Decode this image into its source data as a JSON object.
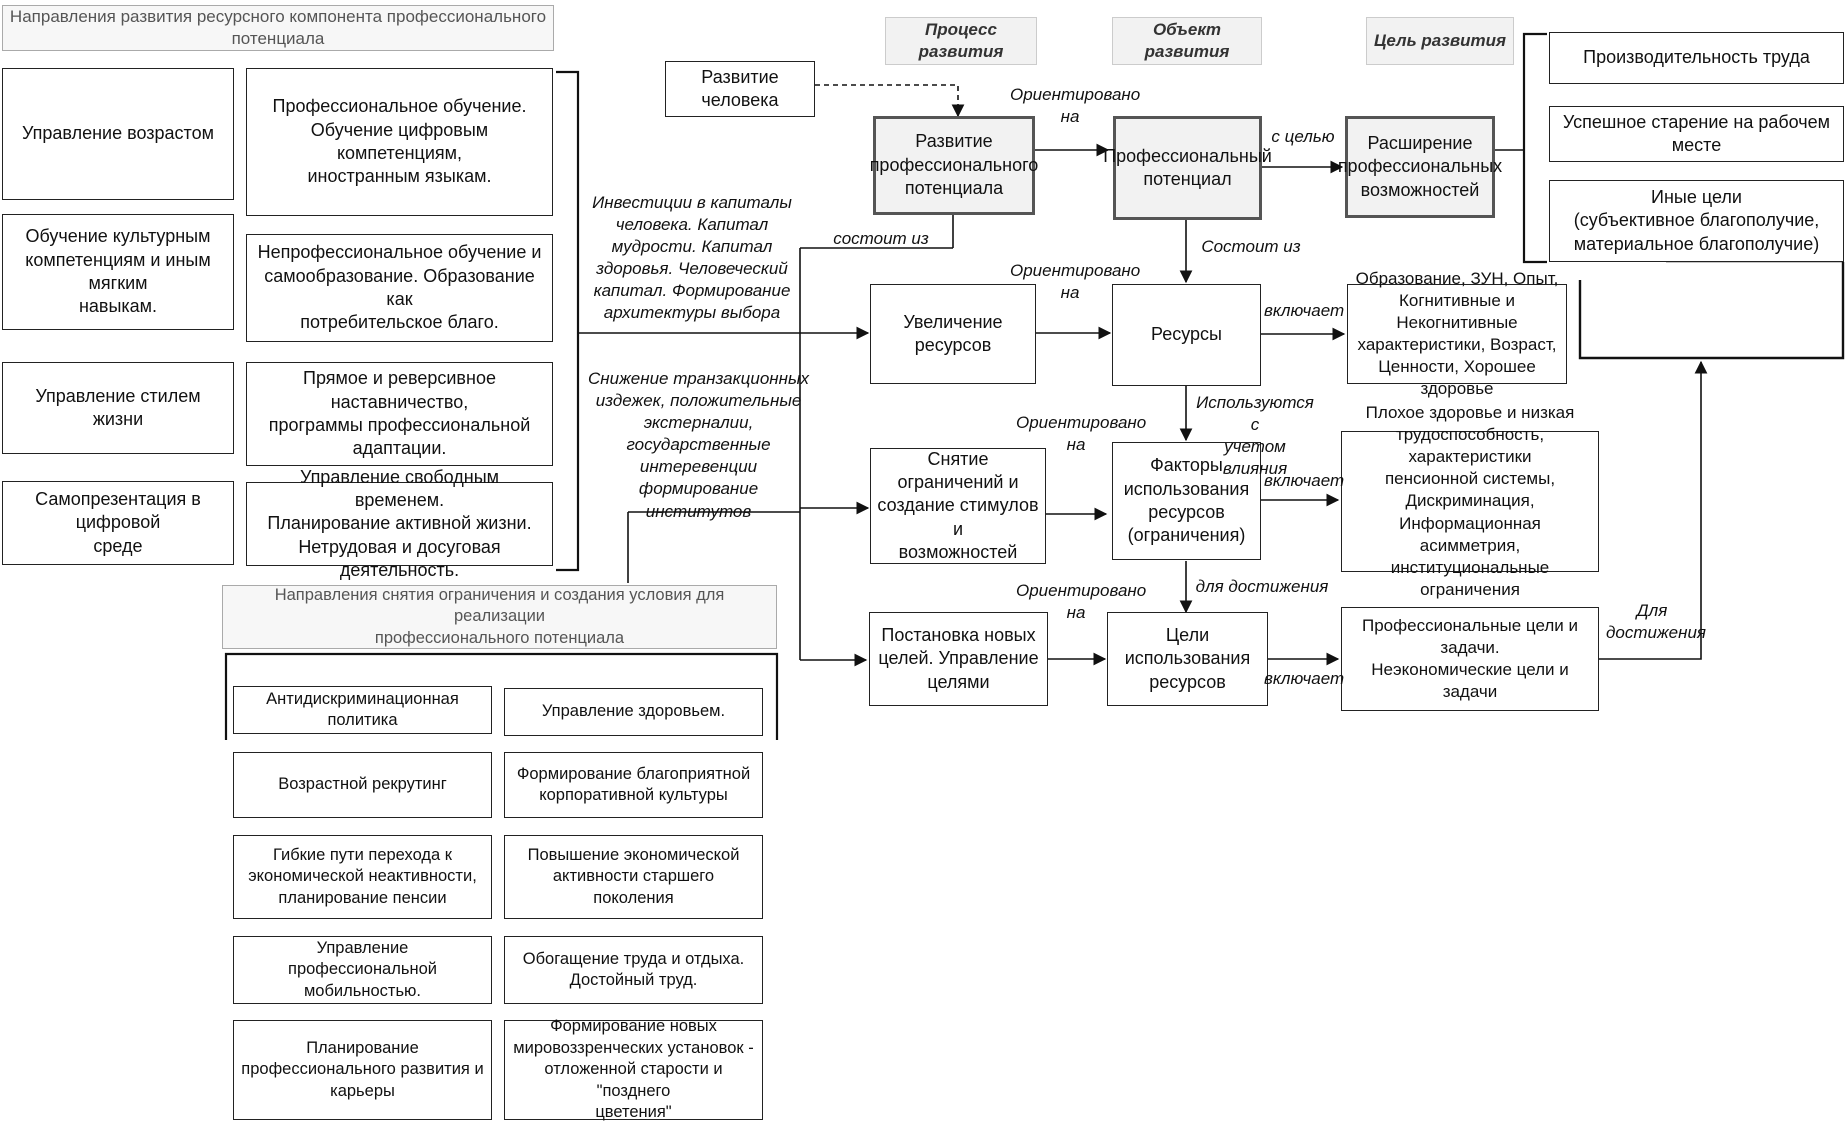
{
  "panels": {
    "resource_title": "Направления развития ресурсного компонента профессионального потенциала",
    "constraints_title": "Направления снятия ограничения и создания условия для реализации\nпрофессионального потенциала"
  },
  "resource_left": [
    "Управление возрастом",
    "Обучение культурным\nкомпетенциям и иным мягким\nнавыкам.",
    "Управление стилем жизни",
    "Самопрезентация в цифровой\nсреде"
  ],
  "resource_right": [
    "Профессиональное обучение.\nОбучение цифровым компетенциям,\nиностранным языкам.",
    "Непрофессиональное обучение и\nсамообразование. Образование как\nпотребительское благо.",
    "Прямое и реверсивное наставничество,\nпрограммы профессиональной\nадаптации.",
    "Управление свободным временем.\nПланирование активной жизни.\nНетрудовая и досуговая деятельность."
  ],
  "constraints_left": [
    "Антидискриминационная политика",
    "Возрастной рекрутинг",
    "Гибкие пути перехода к\nэкономической неактивности,\nпланирование пенсии",
    "Управление профессиональной\nмобильностью.",
    "Планирование\nпрофессионального развития и\nкарьеры"
  ],
  "constraints_right": [
    "Управление здоровьем.",
    "Формирование благоприятной\nкорпоративной культуры",
    "Повышение экономической\nактивности старшего поколения",
    "Обогащение труда и отдыха.\nДостойный труд.",
    "Формирование новых\nмировоззренческих установок -\nотложенной старости и \"позднего\nцветения\""
  ],
  "column_headers": {
    "process": "Процесс развития",
    "object": "Объект развития",
    "goal": "Цель развития"
  },
  "flow": {
    "human_development": "Развитие человека",
    "prof_potential_development": "Развитие\nпрофессионального\nпотенциала",
    "prof_potential": "Профессиональный\nпотенциал",
    "expanding_opportunities": "Расширение\nпрофессиональных\nвозможностей",
    "resource_increase": "Увеличение ресурсов",
    "resources": "Ресурсы",
    "resources_list": "Образование, ЗУН, Опыт,\nКогнитивные и Некогнитивные\nхарактеристики, Возраст,\nЦенности, Хорошее здоровье",
    "remove_constraints": "Снятие ограничений и\nсоздание стимулов и\nвозможностей",
    "usage_factors": "Факторы\nиспользования\nресурсов\n(ограничения)",
    "factors_list": "Плохое здоровье и низкая\nтрудоспособность, характеристики\nпенсионной системы,\nДискриминация, Информационная\nасимметрия, институциональные\nограничения",
    "new_goals": "Постановка новых\nцелей. Управление\nцелями",
    "usage_goals": "Цели использования\nресурсов",
    "goals_list": "Профессиональные цели и задачи.\nНеэкономические цели и задачи"
  },
  "goals": [
    "Производительность труда",
    "Успешное старение на рабочем месте",
    "Иные цели\n(субъективное благополучие,\nматериальное благополучие)"
  ],
  "edge_labels": {
    "oriented_1": "Ориентировано\nна",
    "with_goal": "с целью",
    "consists_of_1": "состоит из",
    "consists_of_2": "Состоит из",
    "oriented_2": "Ориентировано\nна",
    "includes_1": "включает",
    "used_considering": "Используются с\nучетом влияния",
    "oriented_3": "Ориентировано\nна",
    "includes_2": "включает",
    "to_achieve_1": "для достижения",
    "oriented_4": "Ориентировано\nна",
    "includes_3": "включает",
    "to_achieve_2": "Для\nдостижения",
    "investments": "Инвестиции в капиталы\nчеловека. Капитал\nмудрости. Капитал\nздоровья. Человеческий\nкапитал. Формирование\nархитектуры выбора",
    "transaction_costs": "Снижение транзакционных\nиздежек,  положительные\nэкстерналии,\nгосударственные\nинтеревенции формирование\nинститутов"
  }
}
